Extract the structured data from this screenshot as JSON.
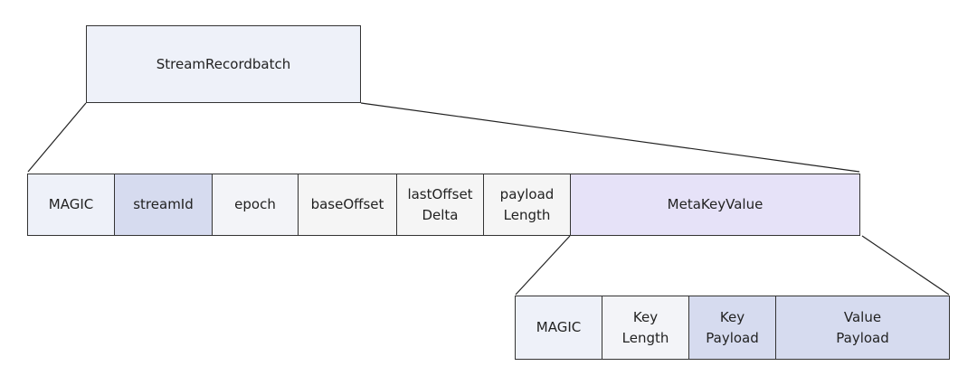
{
  "root": {
    "label": "StreamRecordbatch"
  },
  "record_fields": [
    {
      "label": "MAGIC",
      "fill": "#eef1f9"
    },
    {
      "label": "streamId",
      "fill": "#d6dbef"
    },
    {
      "label": "epoch",
      "fill": "#f3f4f8"
    },
    {
      "label": "baseOffset",
      "fill": "#f5f5f5"
    },
    {
      "label": "lastOffset\nDelta",
      "fill": "#f5f5f5"
    },
    {
      "label": "payload\nLength",
      "fill": "#f5f5f5"
    },
    {
      "label": "MetaKeyValue",
      "fill": "#e6e2f8"
    }
  ],
  "meta_fields": [
    {
      "label": "MAGIC",
      "fill": "#eef1f9"
    },
    {
      "label": "Key\nLength",
      "fill": "#f3f4f8"
    },
    {
      "label": "Key\nPayload",
      "fill": "#d6dbef"
    },
    {
      "label": "Value\nPayload",
      "fill": "#d6dbef"
    }
  ],
  "colors": {
    "root_fill": "#eef1f9",
    "border": "#333333",
    "line": "#222222"
  }
}
